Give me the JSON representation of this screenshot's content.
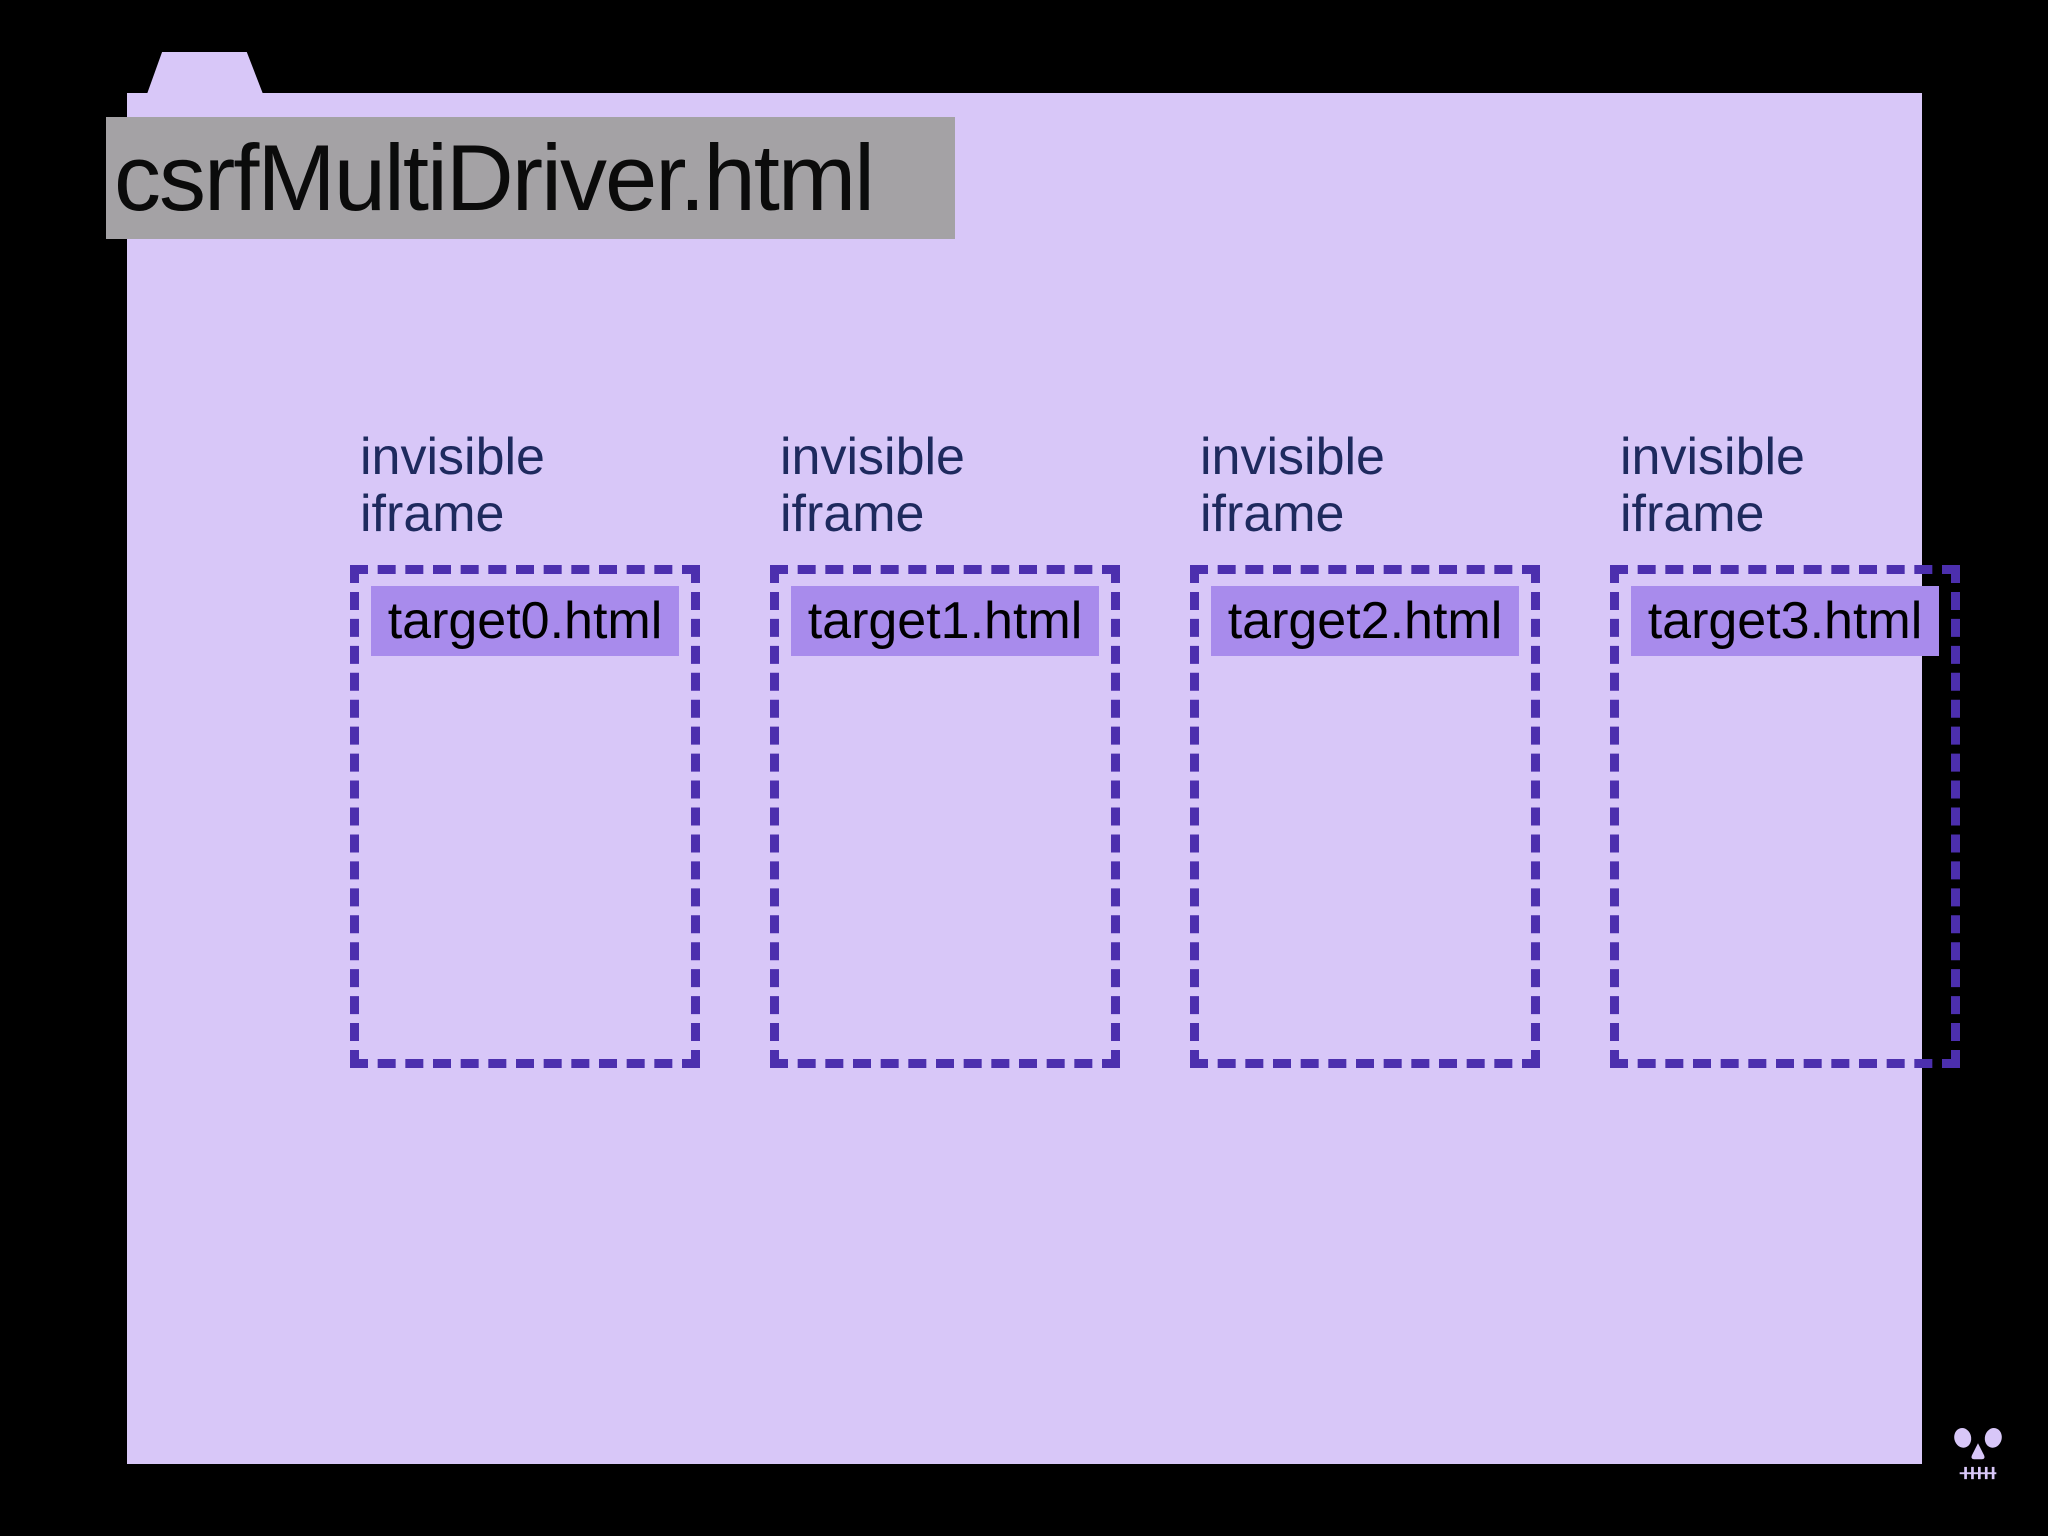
{
  "diagram": {
    "title": "csrfMultiDriver.html",
    "columns": [
      {
        "iframe_label": "invisible iframe",
        "target_label": "target0.html"
      },
      {
        "iframe_label": "invisible iframe",
        "target_label": "target1.html"
      },
      {
        "iframe_label": "invisible iframe",
        "target_label": "target2.html"
      },
      {
        "iframe_label": "invisible iframe",
        "target_label": "target3.html"
      }
    ],
    "icons": {
      "skull": "skull-and-crossbones"
    },
    "colors": {
      "background": "#000000",
      "page_body": "#d8c7f8",
      "title_bar_bg": "#a4a2a5",
      "title_text": "#0b0b0b",
      "iframe_label_text": "#1e2a5e",
      "dashed_border": "#4c2fae",
      "target_label_bg": "#a88bec",
      "target_label_text": "#000000",
      "skull": "#000000"
    }
  }
}
